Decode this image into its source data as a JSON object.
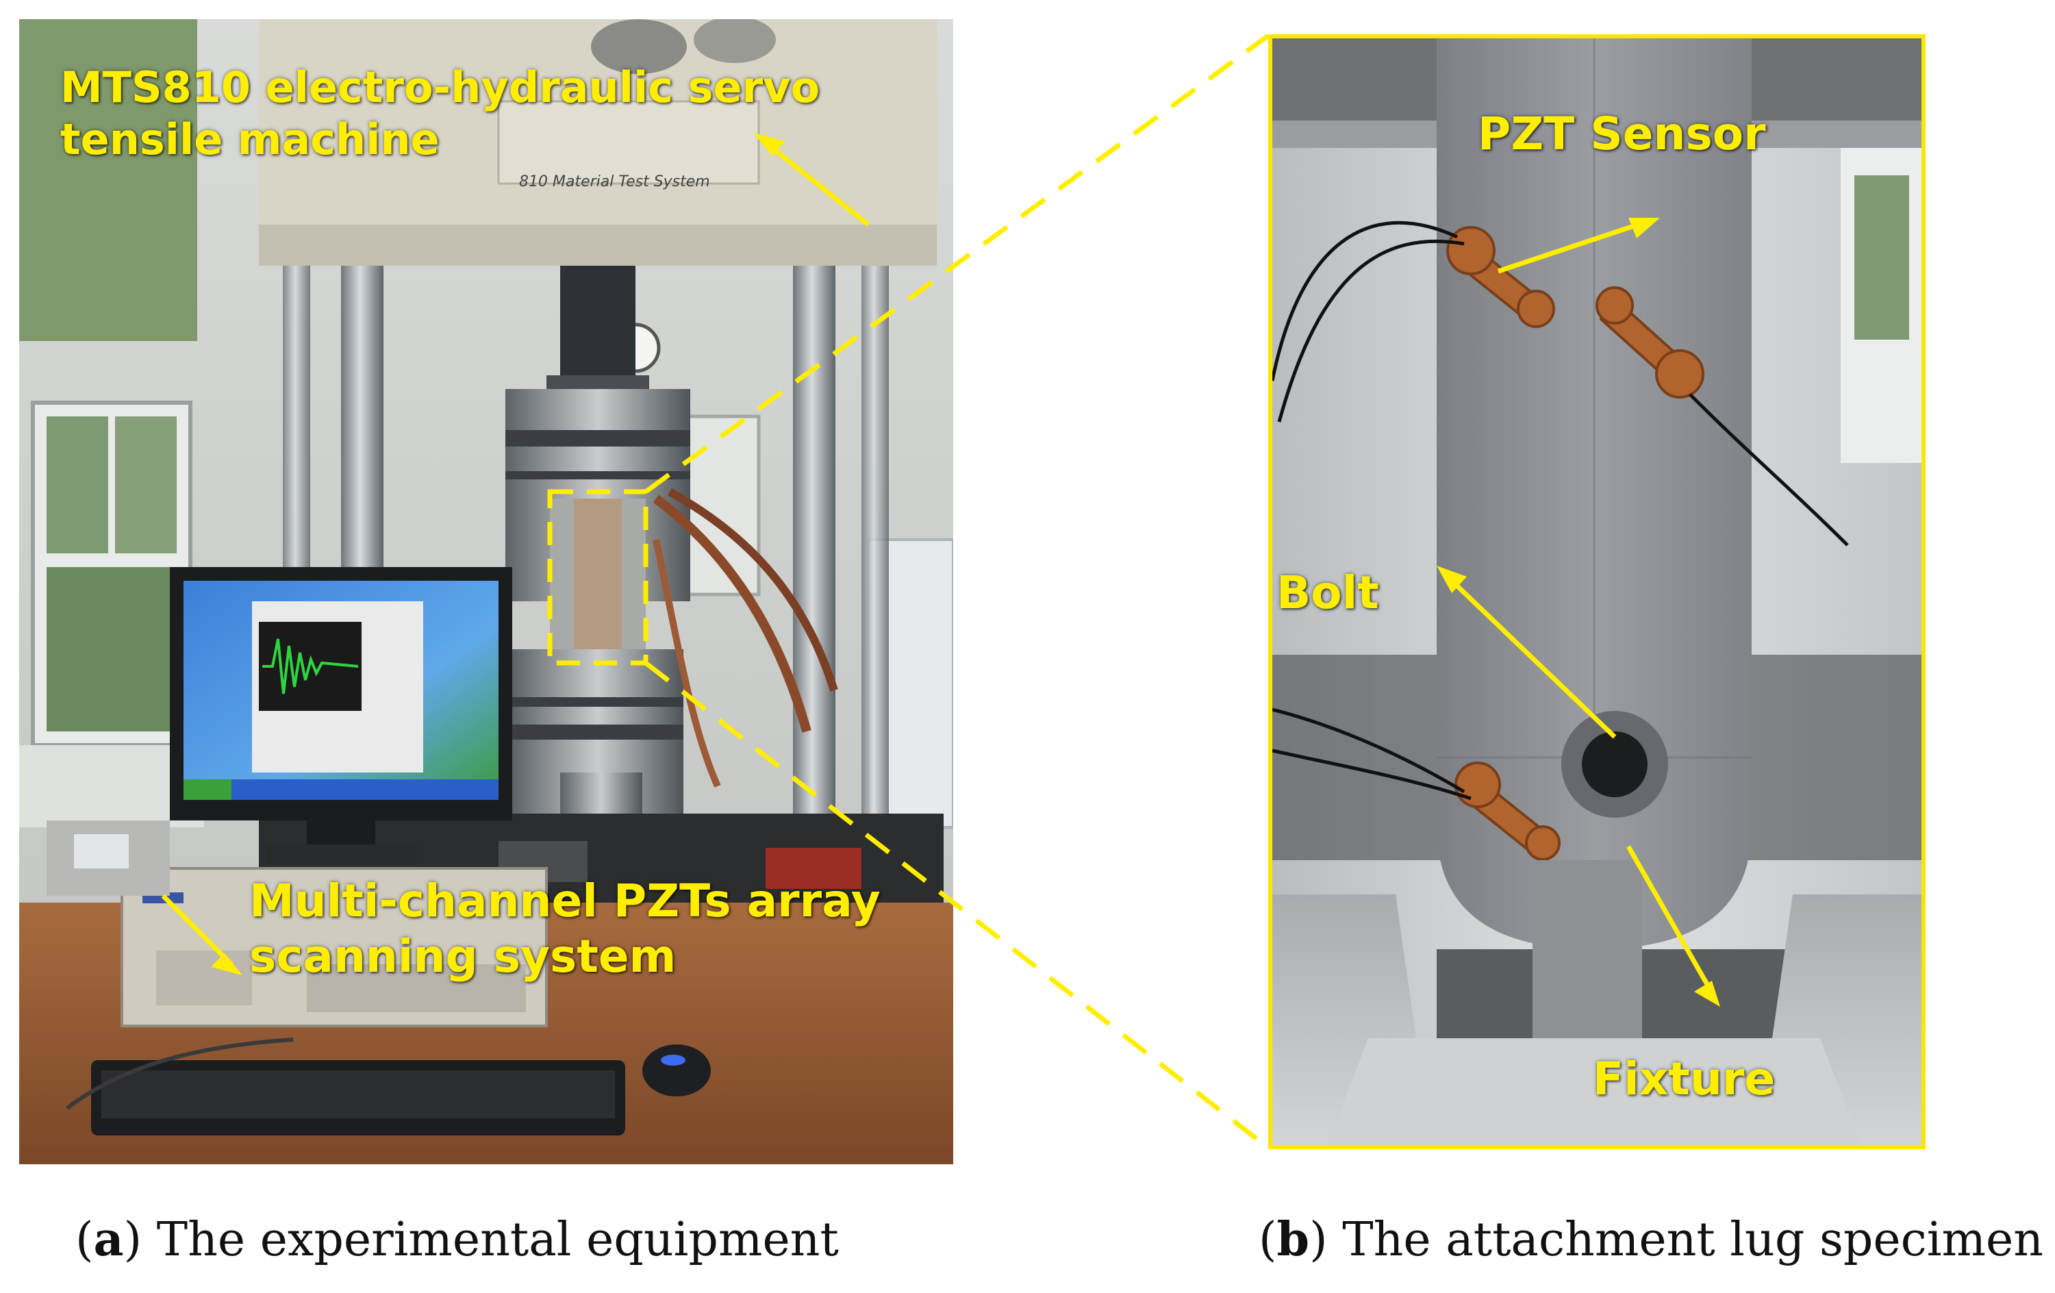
{
  "panel_a": {
    "label_machine_line1": "MTS810 electro-hydraulic servo",
    "label_machine_line2": "tensile machine",
    "label_system_line1": "Multi-channel PZTs array",
    "label_system_line2": "scanning system",
    "machine_plate_text": "810 Material Test System",
    "caption_letter": "a",
    "caption_text": " The experimental equipment"
  },
  "panel_b": {
    "label_sensor": "PZT Sensor",
    "label_bolt": "Bolt",
    "label_fixture": "Fixture",
    "caption_letter": "b",
    "caption_text": " The attachment lug specimen"
  },
  "colors": {
    "annotation": "#ffee00",
    "frame": "#ffe600"
  }
}
